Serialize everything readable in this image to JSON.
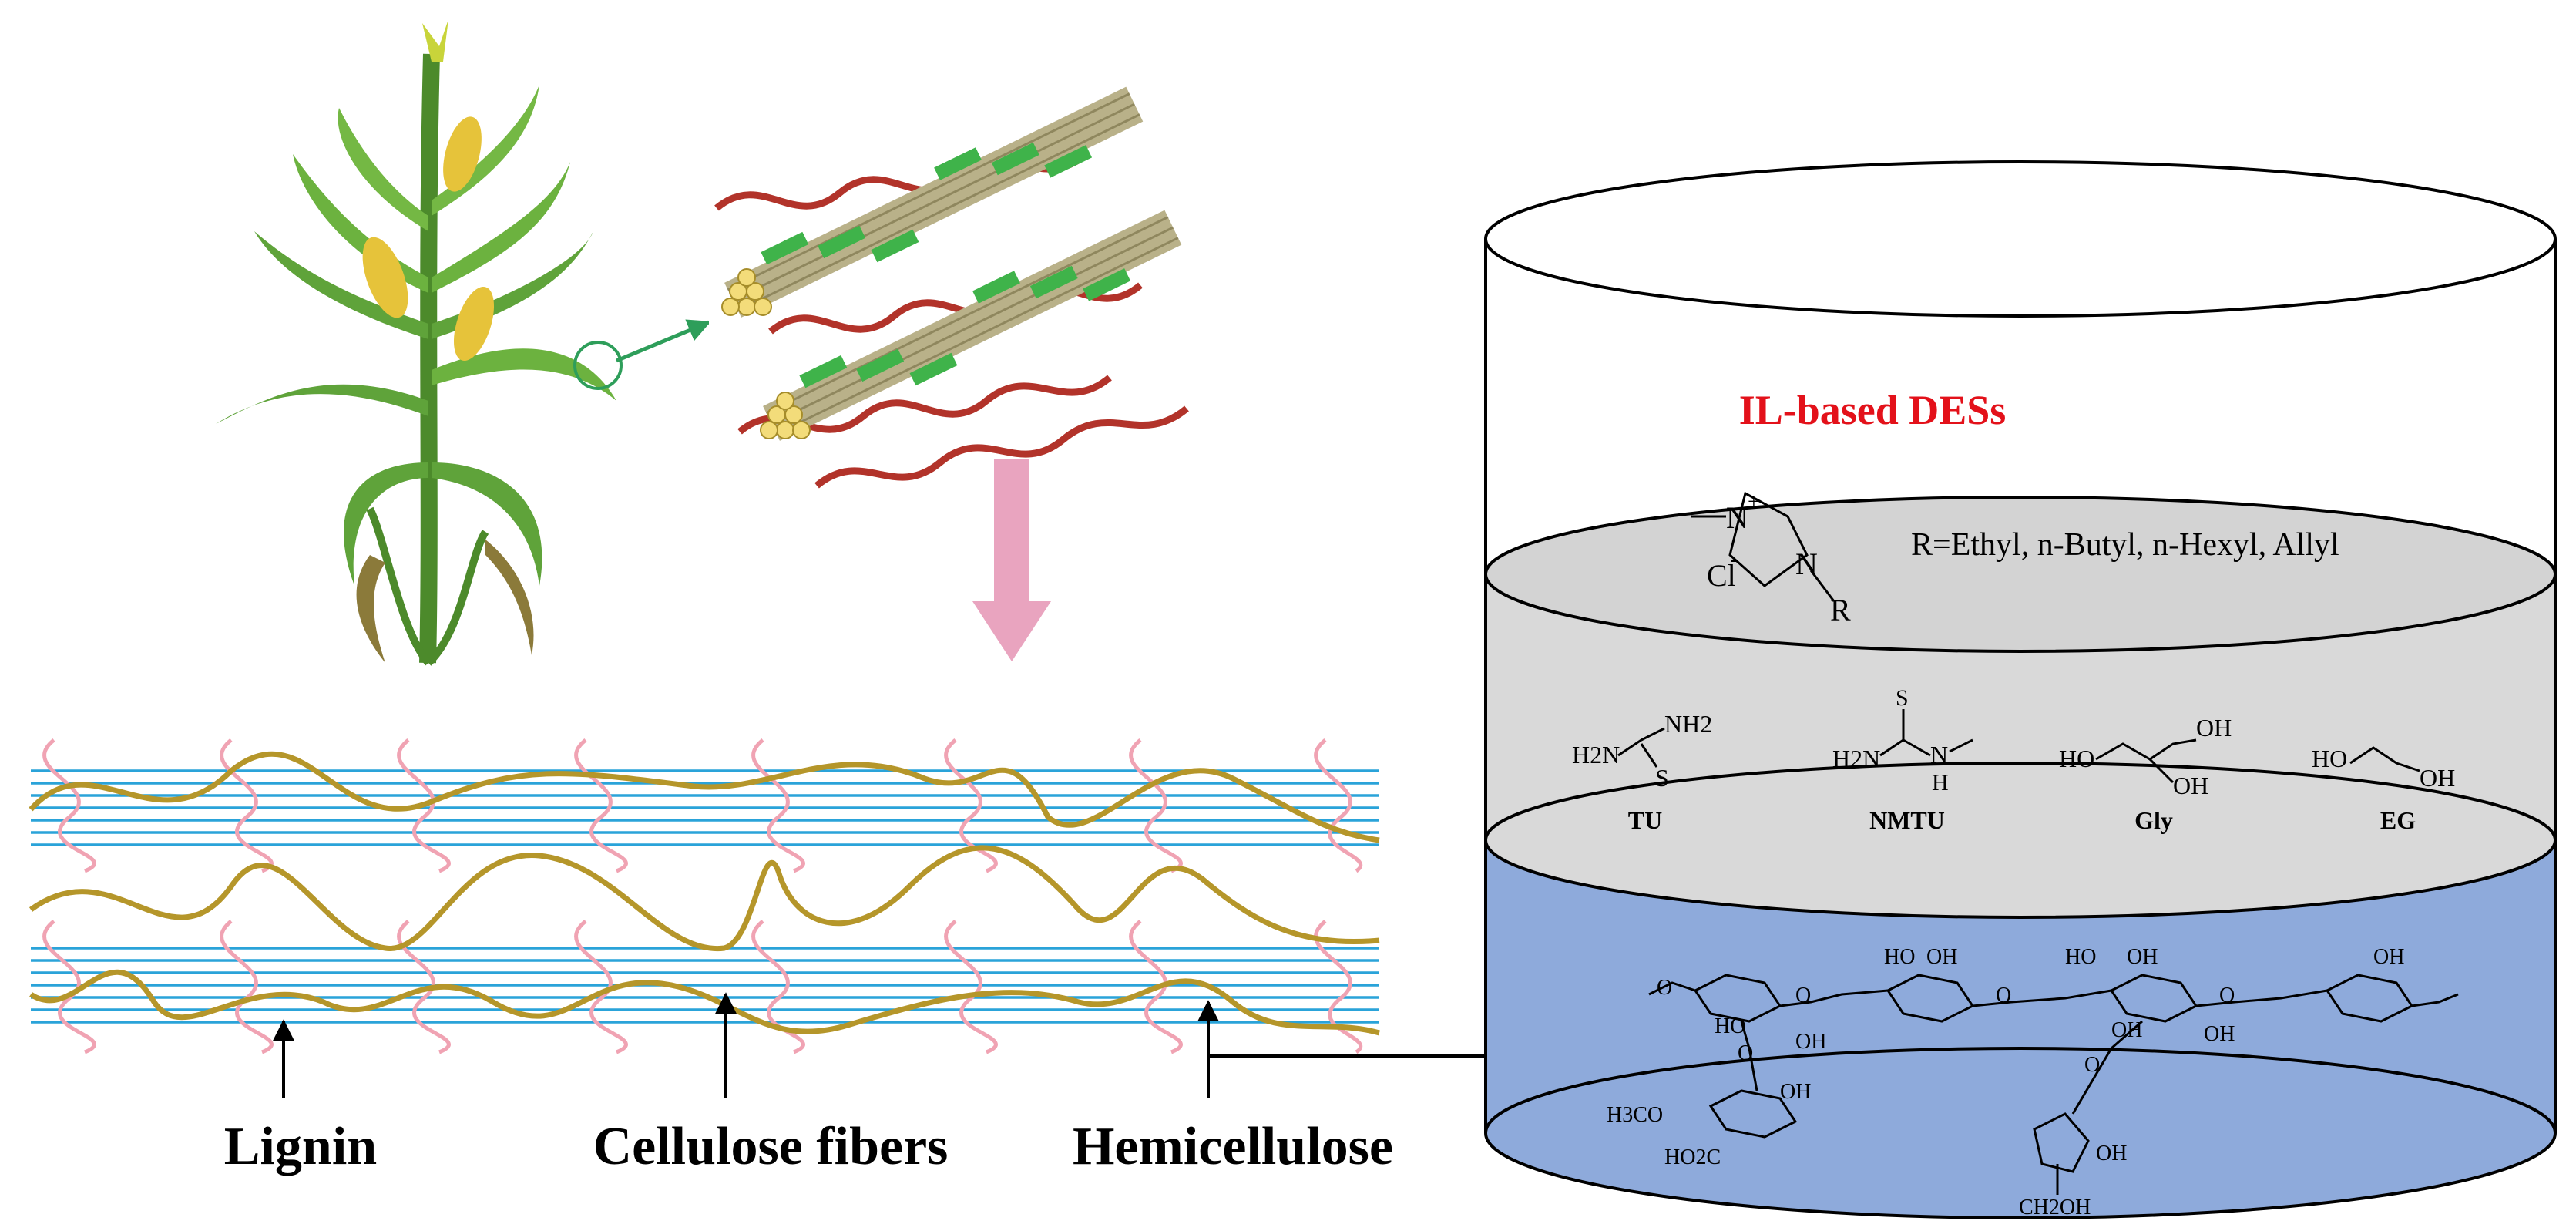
{
  "fiber_labels": {
    "lignin": "Lignin",
    "cellulose": "Cellulose fibers",
    "hemicellulose": "Hemicellulose"
  },
  "vessel": {
    "title": "IL-based DESs",
    "title_color": "#e3111a",
    "il_cation": {
      "n_plus": "N",
      "plus": "+",
      "n": "N",
      "r": "R",
      "anion": "Cl",
      "minus": "-"
    },
    "r_groups": "R=Ethyl, n-Butyl, n-Hexyl, Allyl",
    "hbd": [
      {
        "abbr": "TU",
        "parts": [
          "H2N",
          "NH2",
          "S"
        ]
      },
      {
        "abbr": "NMTU",
        "parts": [
          "S",
          "H2N",
          "N",
          "H"
        ]
      },
      {
        "abbr": "Gly",
        "parts": [
          "OH",
          "HO",
          "OH"
        ]
      },
      {
        "abbr": "EG",
        "parts": [
          "HO",
          "OH"
        ]
      }
    ],
    "xylan_labels": [
      "HO",
      "OH",
      "OH",
      "OH",
      "HO",
      "OH",
      "OH",
      "OH",
      "HO",
      "OH",
      "H3CO",
      "HO2C",
      "O",
      "O",
      "O",
      "O",
      "O",
      "O",
      "OH",
      "CH2OH"
    ],
    "layer_colors": {
      "il": "#d3d3d3",
      "hbd": "#d9d9d9",
      "biomass": "#8eaadb"
    }
  },
  "colors": {
    "lignin": "#b5962a",
    "cellulose": "#2aa3d9",
    "hemicellulose": "#f0a3b3",
    "arrow_pink": "#e9a4bf",
    "arrow_green": "#2e9e5a"
  }
}
